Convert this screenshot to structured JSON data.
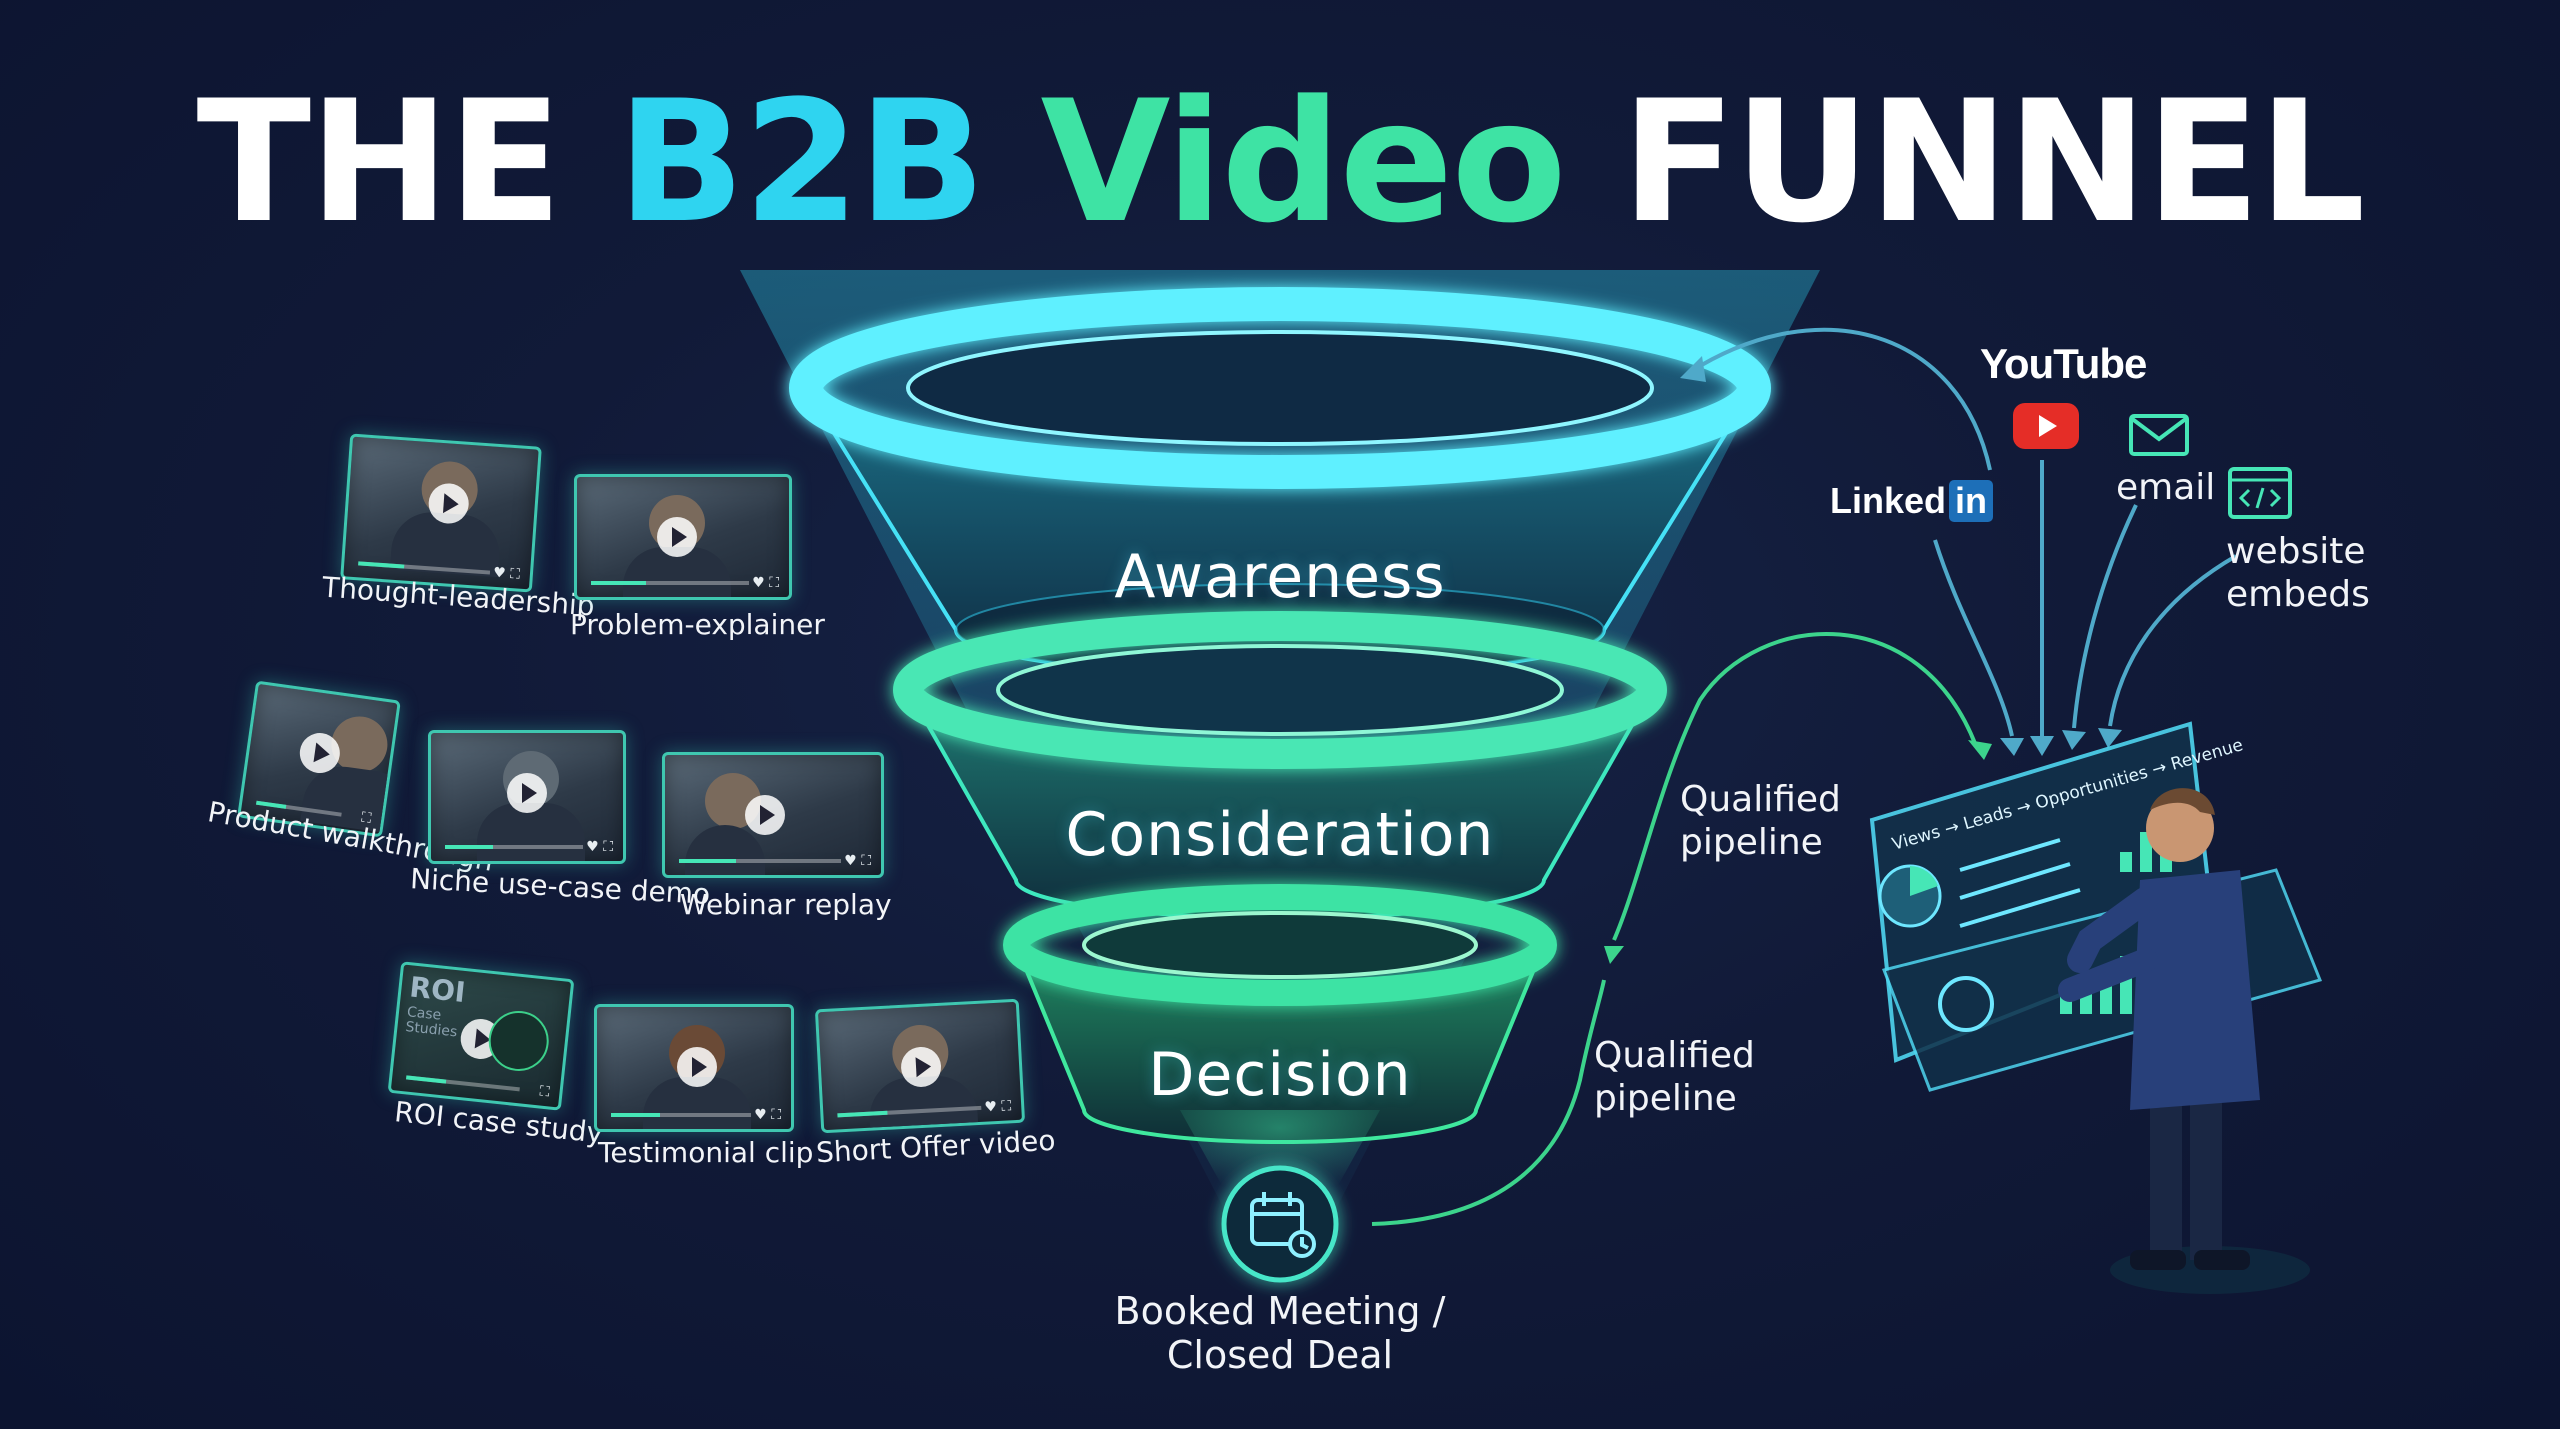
{
  "title": {
    "part1": "THE",
    "part2": "B2B",
    "part3": "Video",
    "part4": "FUNNEL"
  },
  "funnel": {
    "stages": [
      "Awareness",
      "Consideration",
      "Decision"
    ],
    "outcome": {
      "line1": "Booked Meeting /",
      "line2": "Closed Deal"
    }
  },
  "video_groups": {
    "awareness": [
      "Thought-leadership",
      "Problem-explainer"
    ],
    "consideration": [
      "Product walkthrough",
      "Niche use-case demo",
      "Webinar replay"
    ],
    "decision": [
      "ROI case study",
      "Testimonial clip",
      "Short Offer video"
    ]
  },
  "roi_thumb": {
    "big": "ROI",
    "small1": "Case",
    "small2": "Studies"
  },
  "channels": {
    "youtube": "YouTube",
    "linkedin_word": "Linked",
    "linkedin_in": "in",
    "email": "email",
    "website_line1": "website",
    "website_line2": "embeds"
  },
  "pipeline_labels": [
    {
      "line1": "Qualified",
      "line2": "pipeline"
    },
    {
      "line1": "Qualified",
      "line2": "pipeline"
    }
  ],
  "dashboard": {
    "flow_text": "Views → Leads → Opportunities → Revenue"
  },
  "colors": {
    "background": "#111a38",
    "cyan": "#2fd4f0",
    "green": "#3ee3a4",
    "arrow_blue": "#4fa9c9",
    "arrow_green": "#3cd48c"
  }
}
